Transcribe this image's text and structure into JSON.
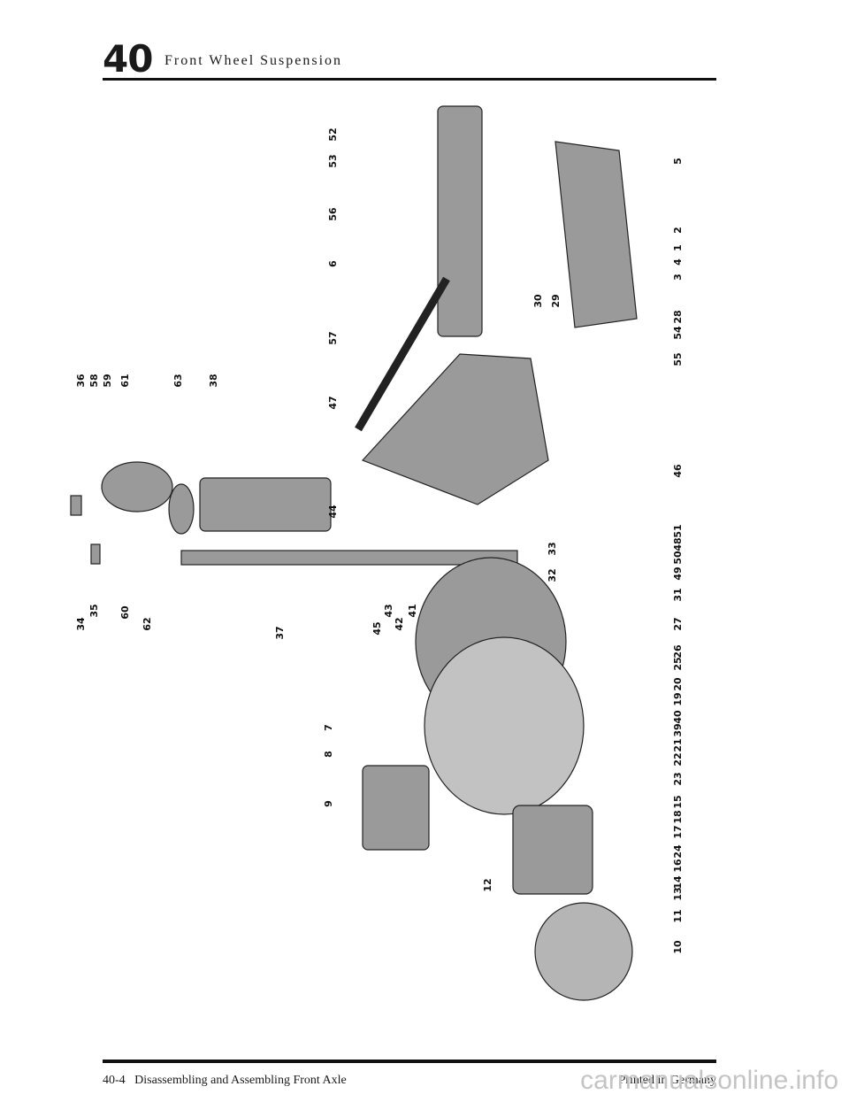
{
  "header": {
    "section_number": "40",
    "title": "Front Wheel Suspension"
  },
  "figure": {
    "callouts": [
      "1",
      "2",
      "3",
      "4",
      "5",
      "6",
      "7",
      "8",
      "9",
      "10",
      "11",
      "12",
      "13",
      "14",
      "15",
      "16",
      "17",
      "18",
      "19",
      "20",
      "21",
      "22",
      "23",
      "24",
      "25",
      "26",
      "27",
      "28",
      "29",
      "30",
      "31",
      "32",
      "33",
      "34",
      "35",
      "36",
      "37",
      "38",
      "39",
      "40",
      "41",
      "42",
      "43",
      "44",
      "45",
      "46",
      "47",
      "48",
      "49",
      "50",
      "51",
      "52",
      "53",
      "54",
      "55",
      "56",
      "57",
      "58",
      "59",
      "60",
      "61",
      "62",
      "63"
    ]
  },
  "footer": {
    "page_ref": "40-4",
    "caption": "Disassembling and Assembling Front Axle",
    "note": "Printed in Germany",
    "watermark": "carmanualsonline.info"
  }
}
